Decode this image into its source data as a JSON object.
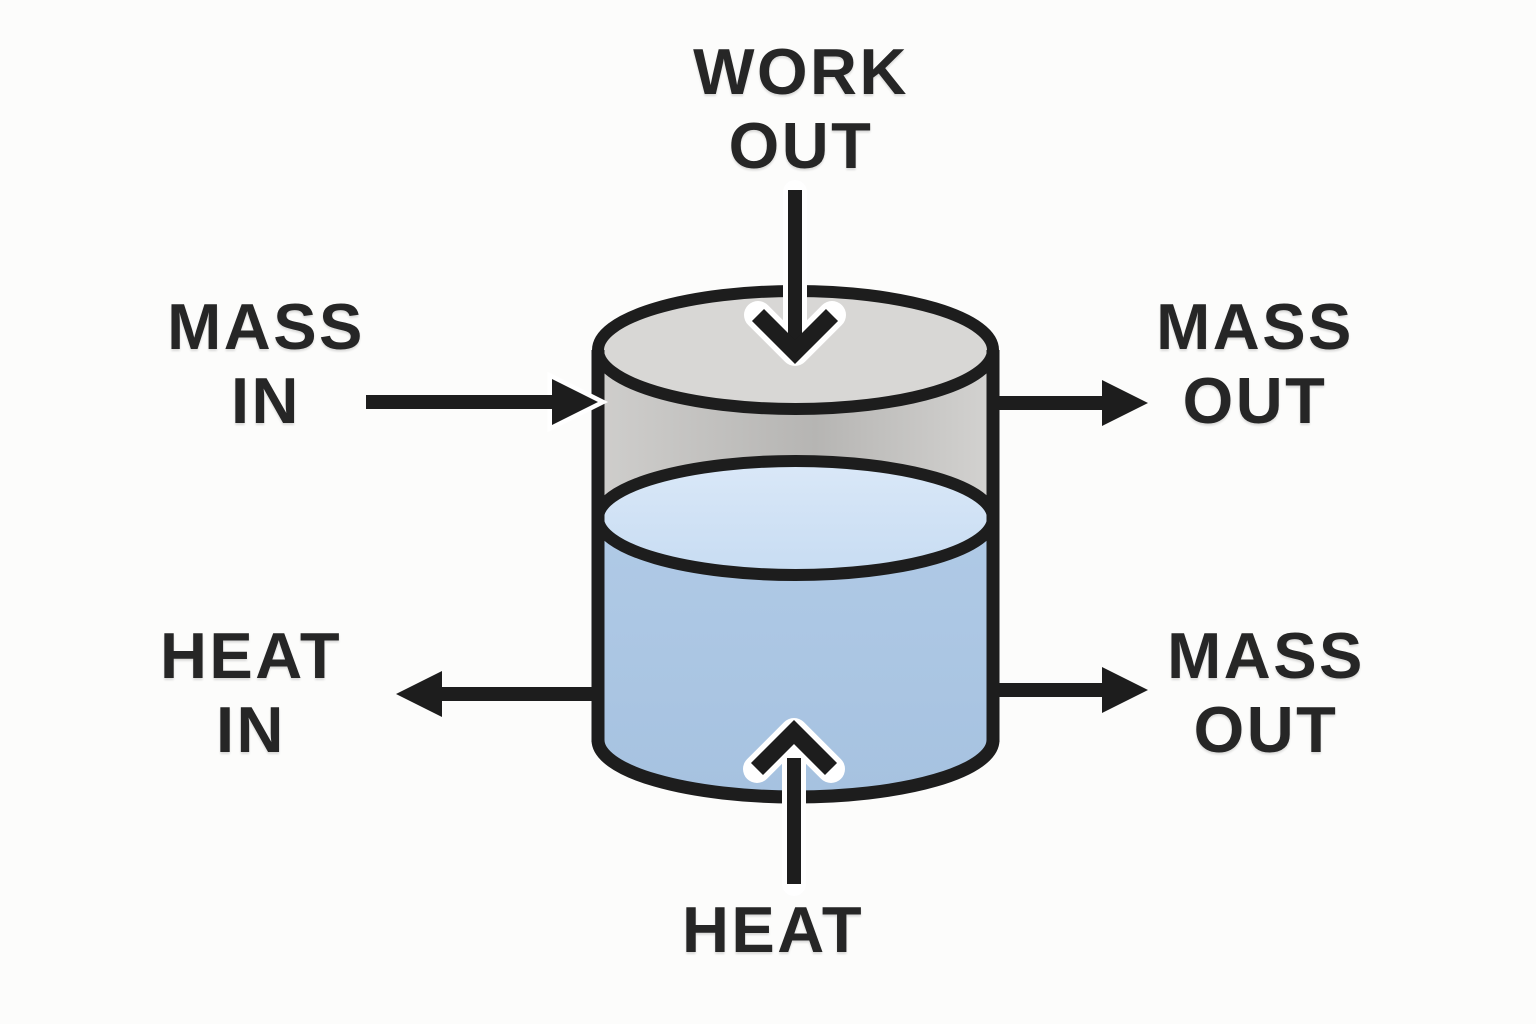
{
  "title": "Open system control volume diagram",
  "background": "#fcfcfb",
  "ink": "#1d1d1d",
  "halo": "#ffffff",
  "text_color": "#262626",
  "cylinder": {
    "name": "control-volume-tank",
    "lid_fill": "#d8d7d5",
    "wall_fill_left": "#cfcecc",
    "wall_fill_mid": "#b6b5b3",
    "wall_fill_right": "#d2d1cf",
    "liquid_fill_top": "#b0cae6",
    "liquid_fill_bottom": "#a6c2e0",
    "surface_fill_top": "#dae8f8",
    "surface_fill_bottom": "#c7dcf2"
  },
  "labels": {
    "work_out": {
      "line1": "WORK",
      "line2": "OUT"
    },
    "mass_in": {
      "line1": "MASS",
      "line2": "IN"
    },
    "mass_out_top": {
      "line1": "MASS",
      "line2": "OUT"
    },
    "heat_in": {
      "line1": "HEAT",
      "line2": "IN"
    },
    "mass_out_bottom": {
      "line1": "MASS",
      "line2": "OUT"
    },
    "heat": {
      "line1": "HEAT"
    }
  },
  "arrows": [
    {
      "name": "work-out-arrow",
      "direction": "down-into-tank-top",
      "head": "chevron"
    },
    {
      "name": "mass-in-arrow",
      "direction": "right-into-left-wall",
      "head": "solid-triangle"
    },
    {
      "name": "mass-out-top-arrow",
      "direction": "right-out-of-right-wall",
      "head": "solid-triangle"
    },
    {
      "name": "heat-in-arrow",
      "direction": "left-from-left-wall",
      "head": "solid-triangle"
    },
    {
      "name": "mass-out-bottom-arrow",
      "direction": "right-out-of-right-wall",
      "head": "solid-triangle"
    },
    {
      "name": "heat-arrow",
      "direction": "up-into-tank-bottom",
      "head": "chevron"
    }
  ]
}
